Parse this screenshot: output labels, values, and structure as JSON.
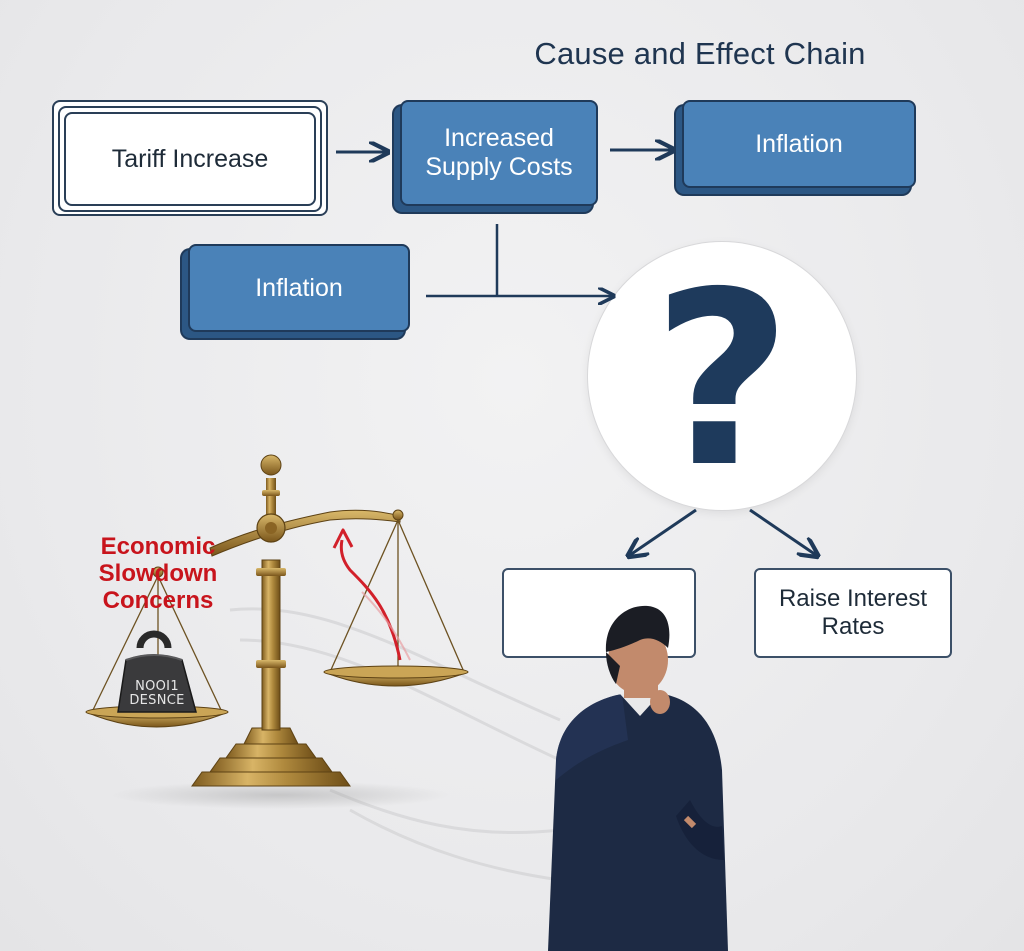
{
  "diagram": {
    "title": "Cause and Effect Chain",
    "nodes": {
      "tariff_increase": "Tariff Increase",
      "increased_supply_costs": "Increased Supply Costs",
      "inflation_top": "Inflation",
      "inflation_left": "Inflation",
      "unknown": "?",
      "option_left": "",
      "option_right": "Raise Interest Rates"
    },
    "scale": {
      "left_label": "Economic Slowdown Concerns",
      "weight_label": "NOOI1 DESNCE"
    }
  },
  "colors": {
    "title_text": "#1f3550",
    "blue_box": "#4a82b8",
    "blue_box_border": "#1f3a5a",
    "arrow": "#1f3a5a",
    "question_mark": "#1e3a5c",
    "red_label": "#c8141c",
    "brass": "#b08a3e",
    "suit": "#1d2a44"
  },
  "icons": [
    "arrow-right-icon",
    "question-mark-icon",
    "balance-scale-icon",
    "red-up-arrow-icon",
    "thinking-man-figure"
  ]
}
